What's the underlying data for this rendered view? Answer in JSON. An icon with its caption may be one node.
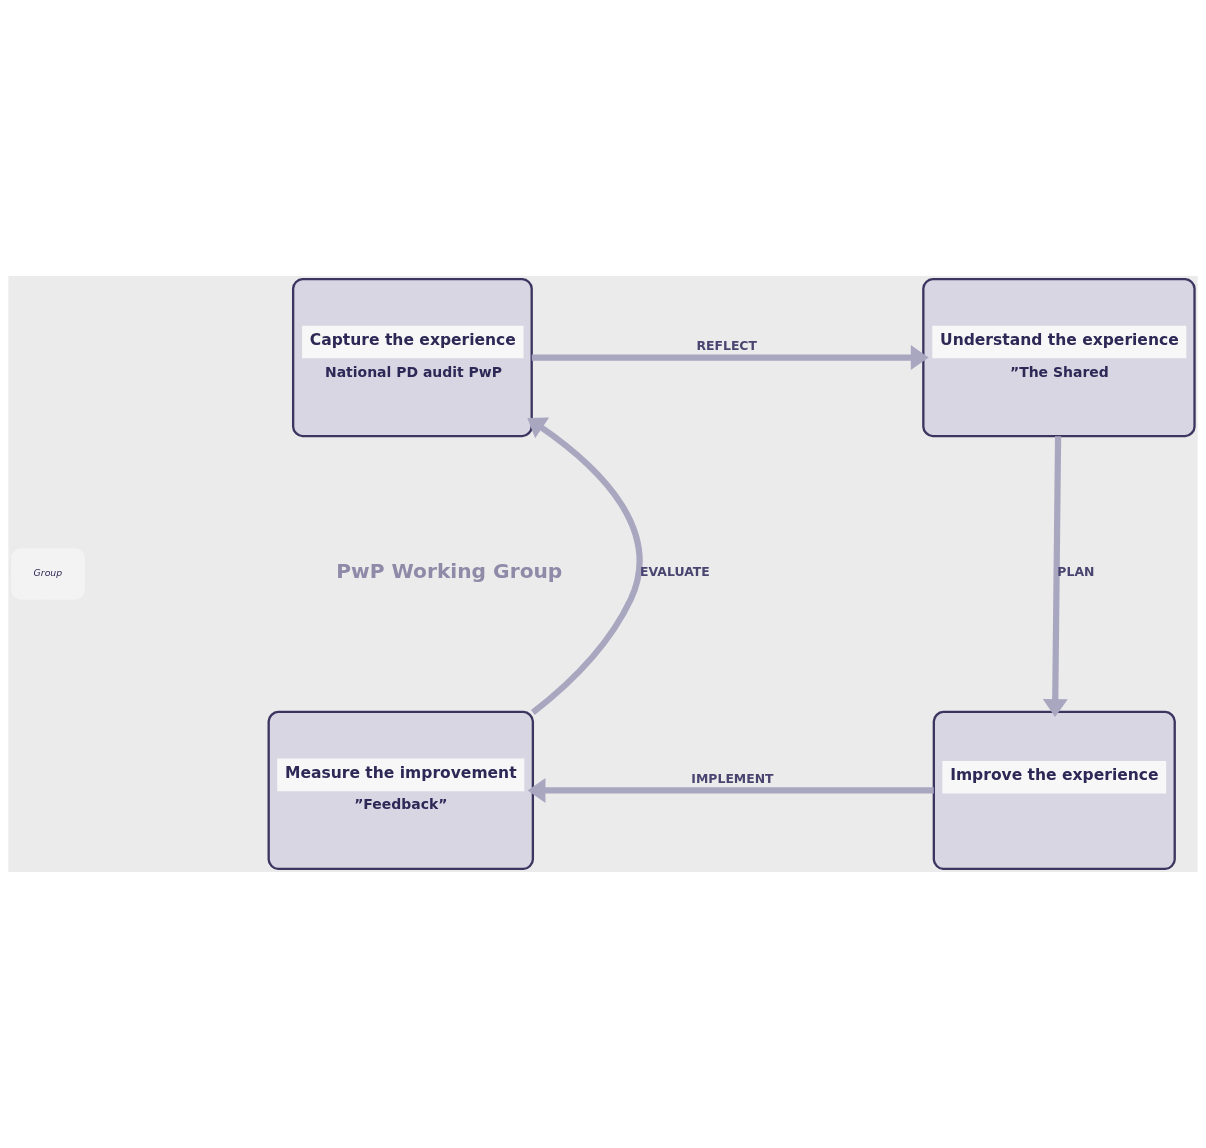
{
  "diagram": {
    "nodes": [
      {
        "text": [
          "Capture the experience",
          "National PD audit PwP"
        ]
      },
      {
        "text": [
          "Understand the experience",
          "”The Shared"
        ]
      },
      {
        "text": [
          "Improve the experience"
        ]
      },
      {
        "text": [
          "Measure the improvement",
          "”Feedback”"
        ]
      },
      {
        "text": [
          "Group"
        ]
      }
    ],
    "edges": [
      {
        "from": 0,
        "to": 1,
        "arrow": "to",
        "label": "REFLECT"
      },
      {
        "from": 1,
        "to": 2,
        "arrow": "to",
        "label": "PLAN"
      },
      {
        "from": 2,
        "to": 3,
        "arrow": "to",
        "label": "IMPLEMENT"
      },
      {
        "from": 3,
        "to": 0,
        "arrow": "to",
        "label": "EVALUATE"
      }
    ],
    "labels": [
      "PwP Working Group"
    ]
  }
}
